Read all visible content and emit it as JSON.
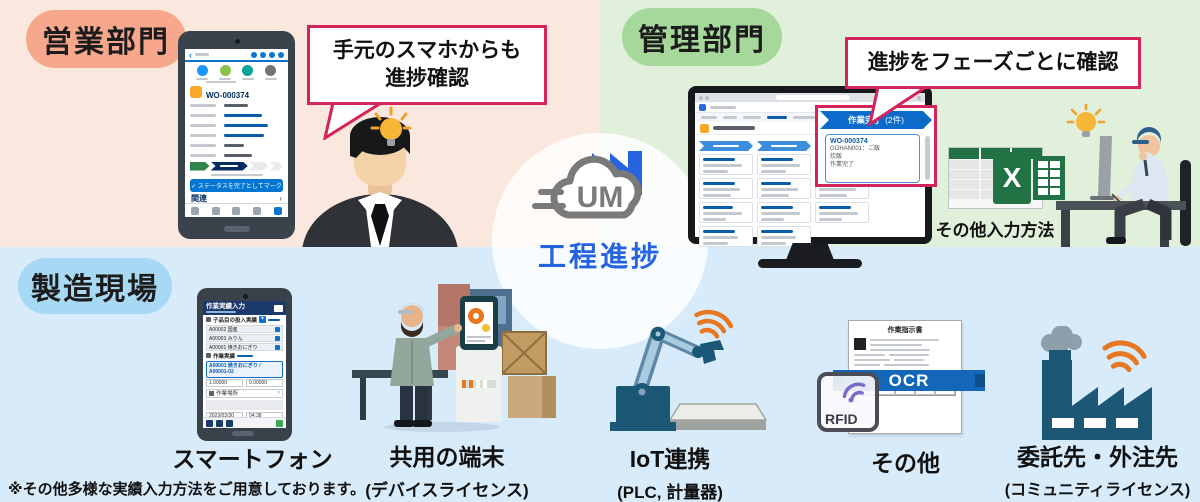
{
  "colors": {
    "accent_blue": "#2563DF",
    "bubble_border_crimson": "#D4245C",
    "bg_sales_peach": "#FAE8DE",
    "bg_admin_green": "#E1F0DB",
    "bg_factory_blue": "#D7EBFA",
    "pill_sales": "#F6A78C",
    "pill_admin": "#A6D79B",
    "pill_factory": "#A8D9F4",
    "salesforce_blue": "#0B5CAB",
    "excel_green": "#217346",
    "iot_teal": "#1B5876",
    "wifi_orange": "#E87722"
  },
  "center": {
    "logo_text": "UM",
    "product_name": "工程進捗"
  },
  "sales": {
    "section_label": "営業部門",
    "bubble_line1": "手元のスマホからも",
    "bubble_line2": "進捗確認",
    "phone": {
      "record_id": "WO-000374",
      "action_button": "✓ ステータスを完了としてマーク",
      "related_label": "関連"
    }
  },
  "admin": {
    "section_label": "管理部門",
    "bubble": "進捗をフェーズごとに確認",
    "board": {
      "phase_label": "作業完了",
      "phase_count": "(2件)",
      "card_id": "WO-000374",
      "card_line1": "GOHAN001：ご飯",
      "card_line2": "炊飯",
      "card_line3": "作業完了"
    },
    "excel_caption": "その他入力方法",
    "excel_letter": "X"
  },
  "factory": {
    "section_label": "製造現場",
    "note": "※その他多様な実績入力方法をご用意しております。",
    "phone": {
      "title": "作業実績入力",
      "section_child_items": "子品目の投入実績",
      "row1": "A00002 国産",
      "row2": "A00003 みりん",
      "row3": "A00001 焼きおにぎり",
      "section_results": "作業実績",
      "selected_item": "A00001 焼きおにぎり / A00001-02",
      "qty_value1": "1.00000",
      "qty_value2": "0.00000",
      "location": "作業場所",
      "date": "2023/03/30",
      "time": "04:38"
    },
    "items": [
      {
        "title": "スマートフォン",
        "subtitle": ""
      },
      {
        "title": "共用の端末",
        "subtitle": "(デバイスライセンス)"
      },
      {
        "title": "IoT連携",
        "subtitle": "(PLC, 計量器)"
      },
      {
        "title": "その他",
        "subtitle": ""
      },
      {
        "title": "委託先・外注先",
        "subtitle": "(コミュニティライセンス)"
      }
    ],
    "ocr_label": "OCR",
    "rfid_label": "RFID",
    "doc_title": "作業指示書"
  }
}
